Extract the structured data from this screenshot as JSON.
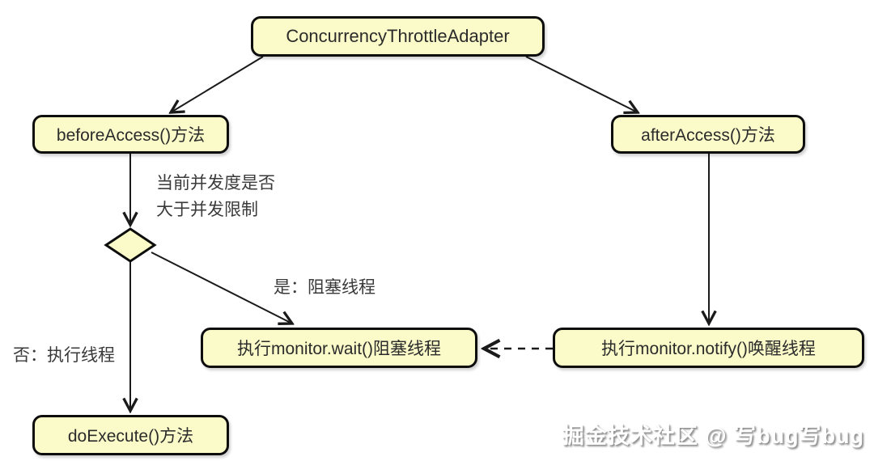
{
  "diagram": {
    "title": "ConcurrencyThrottleAdapter activity diagram",
    "nodes": {
      "adapter": "ConcurrencyThrottleAdapter",
      "before_access": "beforeAccess()方法",
      "after_access": "afterAccess()方法",
      "wait": "执行monitor.wait()阻塞线程",
      "notify": "执行monitor.notify()唤醒线程",
      "do_execute": "doExecute()方法"
    },
    "labels": {
      "condition_line1": "当前并发度是否",
      "condition_line2": "大于并发限制",
      "yes_branch": "是：阻塞线程",
      "no_branch": "否：执行线程"
    },
    "edges": [
      {
        "from": "adapter",
        "to": "before_access",
        "style": "solid"
      },
      {
        "from": "adapter",
        "to": "after_access",
        "style": "solid"
      },
      {
        "from": "before_access",
        "to": "decision-diamond",
        "style": "solid"
      },
      {
        "from": "decision-diamond",
        "to": "wait",
        "style": "solid",
        "label": "是：阻塞线程"
      },
      {
        "from": "decision-diamond",
        "to": "do_execute",
        "style": "solid",
        "label": "否：执行线程"
      },
      {
        "from": "after_access",
        "to": "notify",
        "style": "solid"
      },
      {
        "from": "notify",
        "to": "wait",
        "style": "dashed"
      }
    ],
    "colors": {
      "node_fill": "#FBFBC9",
      "node_border": "#0d0d0d",
      "arrow": "#1a1a1a",
      "background": "#ffffff",
      "text": "#2b2b2b"
    },
    "watermark": "掘金技术社区 @ 写bug写bug"
  }
}
